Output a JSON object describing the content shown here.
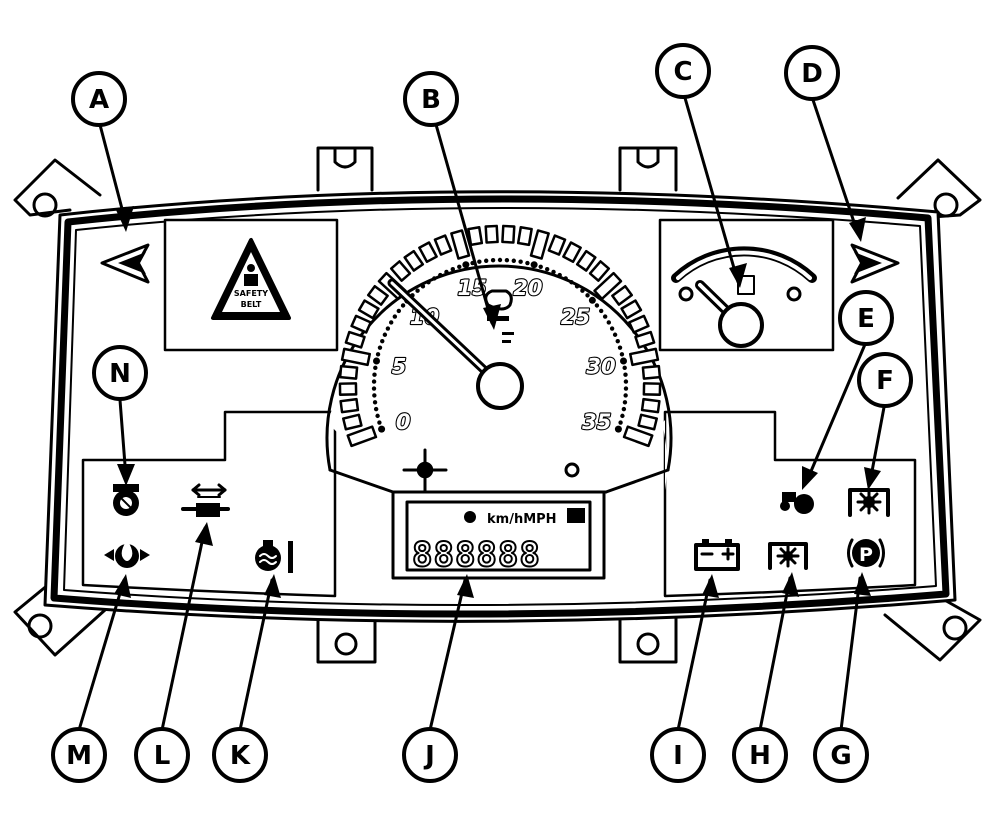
{
  "callouts": {
    "A": "A",
    "B": "B",
    "C": "C",
    "D": "D",
    "E": "E",
    "F": "F",
    "G": "G",
    "H": "H",
    "I": "I",
    "J": "J",
    "K": "K",
    "L": "L",
    "M": "M",
    "N": "N"
  },
  "speedometer": {
    "labels": [
      "0",
      "5",
      "10",
      "15",
      "20",
      "25",
      "30",
      "35"
    ]
  },
  "display": {
    "units": "km/hMPH",
    "segments": "888888"
  },
  "warning_decal": {
    "line1": "SAFETY",
    "line2": "BELT"
  },
  "icons": {
    "left_turn": "left-turn-arrow-icon",
    "right_turn": "right-turn-arrow-icon",
    "fuel": "fuel-gauge-icon",
    "tractor": "tractor-icon",
    "gear": "transmission-gear-icon",
    "park": "park-brake-icon",
    "battery": "battery-icon",
    "coolant": "coolant-temperature-icon",
    "width": "implement-width-icon",
    "oil": "oil-pressure-icon",
    "engine": "engine-warning-icon"
  },
  "colors": {
    "ink": "#000000",
    "paper": "#ffffff"
  }
}
